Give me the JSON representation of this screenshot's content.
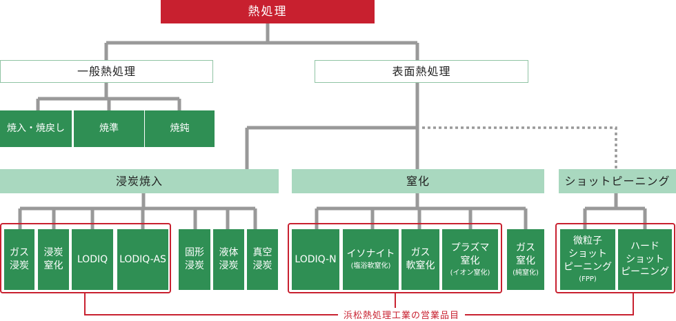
{
  "title": "熱処理",
  "categories": {
    "general": "一般熱処理",
    "surface": "表面熱処理"
  },
  "general_items": {
    "quench_temper": "焼入・焼戻し",
    "normalize": "焼準",
    "anneal": "焼鈍"
  },
  "groups": {
    "carburizing": "浸炭焼入",
    "nitriding": "窒化",
    "shot_peening": "ショットピーニング"
  },
  "carb_items": {
    "gas": [
      "ガス",
      "浸炭"
    ],
    "carbonitriding": [
      "浸炭",
      "窒化"
    ],
    "lodiq": "LODIQ",
    "lodiq_as": "LODIQ-AS",
    "solid": [
      "固形",
      "浸炭"
    ],
    "liquid": [
      "液体",
      "浸炭"
    ],
    "vacuum": [
      "真空",
      "浸炭"
    ]
  },
  "nit_items": {
    "lodiq_n": "LODIQ-N",
    "isonite": {
      "main": "イソナイト",
      "sub": "(塩浴軟窒化)"
    },
    "gas_soft": [
      "ガス",
      "軟窒化"
    ],
    "plasma": {
      "line1": "プラズマ",
      "line2": "窒化",
      "sub": "(イオン窒化)"
    },
    "gas_pure": {
      "line1": "ガス",
      "line2": "窒化",
      "sub": "(純窒化)"
    }
  },
  "peen_items": {
    "fine": {
      "line1": "微粒子",
      "line2": "ショット",
      "line3": "ピーニング",
      "sub": "(FPP)"
    },
    "hard": {
      "line1": "ハード",
      "line2": "ショット",
      "line3": "ピーニング"
    }
  },
  "caption": "浜松熱処理工業の営業品目",
  "colors": {
    "red": "#c8202f",
    "dark_green": "#2f8f54",
    "light_green": "#a9d8bf",
    "line_gray": "#999999"
  }
}
